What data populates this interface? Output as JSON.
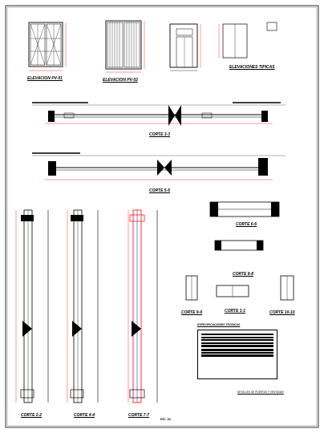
{
  "views": {
    "elev_p1": "ELEVACION PV-01",
    "elev_p2": "ELEVACION PV-02",
    "elev_typ": "ELEVACIONES TIPICAS",
    "c11": "CORTE 1-1",
    "c22": "CORTE 2-2",
    "c33": "CORTE 3-3",
    "c44": "CORTE 4-4",
    "c55": "CORTE 5-5",
    "c66": "CORTE 6-6",
    "c77": "CORTE 7-7",
    "c88": "CORTE 8-8",
    "c99": "CORTE 9-9",
    "c1010": "CORTE 10-10"
  },
  "specs_title": "ESPECIFICACIONES TECNICAS",
  "footer": "DETALLES DE PUERTAS Y VENTANAS",
  "sheet_no": "ESC. 1/5",
  "colors": {
    "ink": "#000000",
    "accent": "#ff0000",
    "blue": "#0000ff",
    "green": "#00aa00"
  }
}
